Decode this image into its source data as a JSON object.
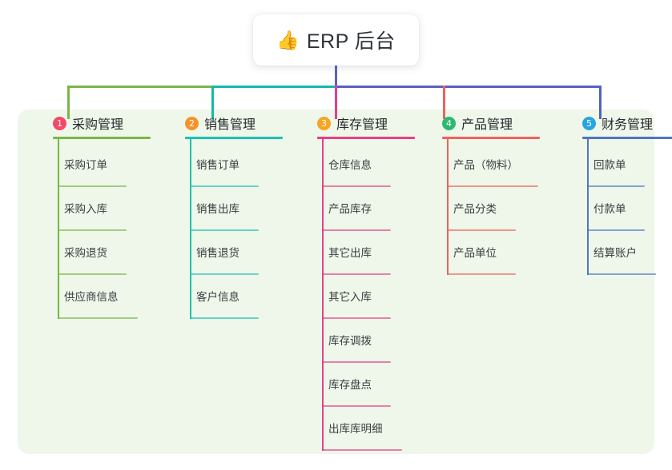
{
  "title": {
    "icon": "thumbs-up-icon",
    "icon_glyph": "👍",
    "text": "ERP 后台"
  },
  "panel": {
    "background": "#eef7e9"
  },
  "connectors": {
    "stem_color": "#5a5fc7",
    "bus_segments": [
      {
        "name": "bus-green",
        "color": "#7ab648"
      },
      {
        "name": "bus-teal",
        "color": "#14b8ab"
      },
      {
        "name": "bus-purple",
        "color": "#5a5fc7"
      }
    ],
    "drops": [
      "#7ab648",
      "#14b8ab",
      "#e83e8c",
      "#f2615c",
      "#4f63c4"
    ]
  },
  "columns": [
    {
      "number": "1",
      "label": "采购管理",
      "badge_color": "#f4486a",
      "accent_color": "#7ab648",
      "rule_width": 122,
      "items": [
        {
          "label": "采购订单",
          "rule_width": 86
        },
        {
          "label": "采购入库",
          "rule_width": 86
        },
        {
          "label": "采购退货",
          "rule_width": 86
        },
        {
          "label": "供应商信息",
          "rule_width": 100
        }
      ]
    },
    {
      "number": "2",
      "label": "销售管理",
      "badge_color": "#f5932b",
      "accent_color": "#1fc0b4",
      "rule_width": 122,
      "items": [
        {
          "label": "销售订单",
          "rule_width": 86
        },
        {
          "label": "销售出库",
          "rule_width": 86
        },
        {
          "label": "销售退货",
          "rule_width": 86
        },
        {
          "label": "客户信息",
          "rule_width": 86
        }
      ]
    },
    {
      "number": "3",
      "label": "库存管理",
      "badge_color": "#f5a623",
      "accent_color": "#e83e8c",
      "rule_width": 122,
      "items": [
        {
          "label": "仓库信息",
          "rule_width": 86
        },
        {
          "label": "产品库存",
          "rule_width": 86
        },
        {
          "label": "其它出库",
          "rule_width": 86
        },
        {
          "label": "其它入库",
          "rule_width": 86
        },
        {
          "label": "库存调拨",
          "rule_width": 86
        },
        {
          "label": "库存盘点",
          "rule_width": 86
        },
        {
          "label": "出库库明细",
          "rule_width": 100
        }
      ]
    },
    {
      "number": "4",
      "label": "产品管理",
      "badge_color": "#2eb872",
      "accent_color": "#f2615c",
      "rule_width": 122,
      "items": [
        {
          "label": "产品（物料）",
          "rule_width": 114
        },
        {
          "label": "产品分类",
          "rule_width": 86
        },
        {
          "label": "产品单位",
          "rule_width": 86
        }
      ]
    },
    {
      "number": "5",
      "label": "财务管理",
      "badge_color": "#2aa5e0",
      "accent_color": "#4f74c8",
      "rule_width": 122,
      "items": [
        {
          "label": "回款单",
          "rule_width": 72
        },
        {
          "label": "付款单",
          "rule_width": 72
        },
        {
          "label": "结算账户",
          "rule_width": 86
        }
      ]
    }
  ]
}
